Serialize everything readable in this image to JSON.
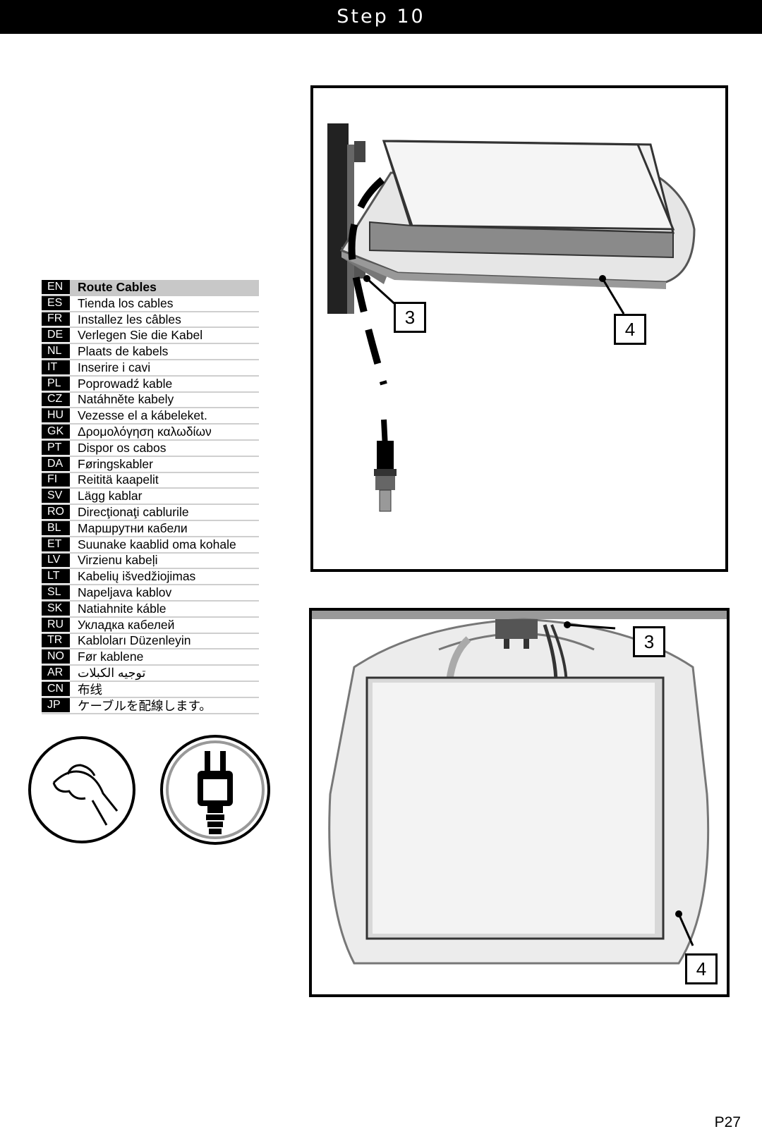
{
  "header": {
    "title": "Step 10"
  },
  "languages": [
    {
      "code": "EN",
      "text": "Route Cables"
    },
    {
      "code": "ES",
      "text": "Tienda los cables"
    },
    {
      "code": "FR",
      "text": "Installez les câbles"
    },
    {
      "code": "DE",
      "text": "Verlegen Sie die Kabel"
    },
    {
      "code": "NL",
      "text": "Plaats de kabels"
    },
    {
      "code": "IT",
      "text": "Inserire i cavi"
    },
    {
      "code": "PL",
      "text": "Poprowadź kable"
    },
    {
      "code": "CZ",
      "text": "Natáhněte kabely"
    },
    {
      "code": "HU",
      "text": "Vezesse el a kábeleket."
    },
    {
      "code": "GK",
      "text": "Δρομολόγηση καλωδίων"
    },
    {
      "code": "PT",
      "text": "Dispor os cabos"
    },
    {
      "code": "DA",
      "text": "Føringskabler"
    },
    {
      "code": "FI",
      "text": "Reititä kaapelit"
    },
    {
      "code": "SV",
      "text": "Lägg kablar"
    },
    {
      "code": "RO",
      "text": "Direcţionaţi cablurile"
    },
    {
      "code": "BL",
      "text": "Маршрутни кабели"
    },
    {
      "code": "ET",
      "text": "Suunake kaablid oma kohale"
    },
    {
      "code": "LV",
      "text": "Virzienu kabeļi"
    },
    {
      "code": "LT",
      "text": "Kabelių išvedžiojimas"
    },
    {
      "code": "SL",
      "text": "Napeljava kablov"
    },
    {
      "code": "SK",
      "text": "Natiahnite káble"
    },
    {
      "code": "RU",
      "text": "Укладка кабелей"
    },
    {
      "code": "TR",
      "text": "Kabloları Düzenleyin"
    },
    {
      "code": "NO",
      "text": "Før kablene"
    },
    {
      "code": "AR",
      "text": "توجيه الكبلات"
    },
    {
      "code": "CN",
      "text": "布线"
    },
    {
      "code": "JP",
      "text": "ケーブルを配線します。"
    }
  ],
  "callouts": {
    "side_cable": "3",
    "side_shelf": "4",
    "top_cable": "3",
    "top_shelf": "4"
  },
  "icons": [
    "hand-tighten-icon",
    "power-plug-icon"
  ],
  "footer": {
    "page": "P27"
  }
}
